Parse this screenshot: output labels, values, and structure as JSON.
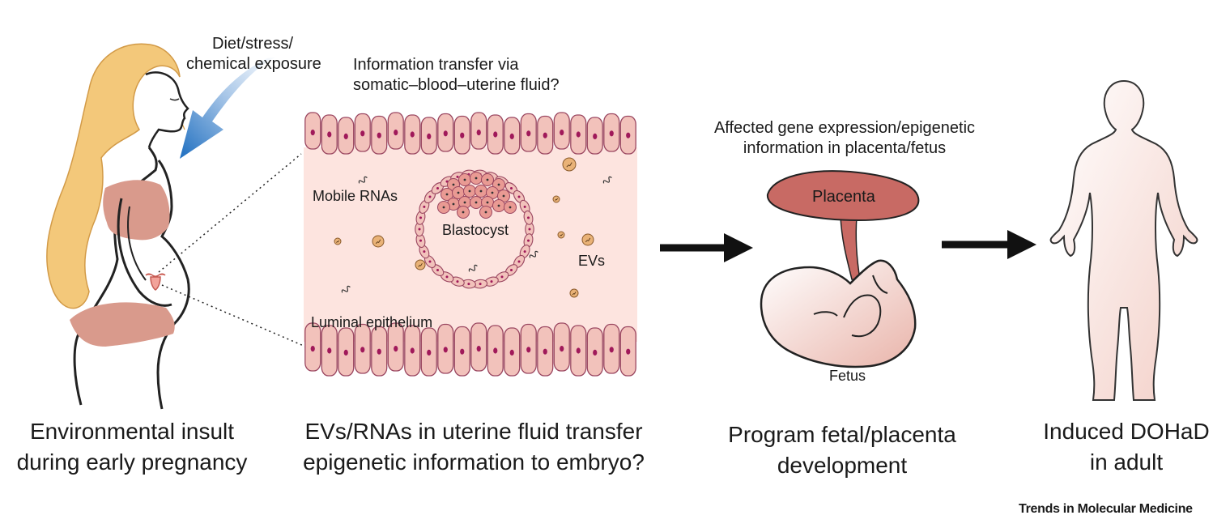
{
  "labels": {
    "exposure": [
      "Diet/stress/",
      "chemical exposure"
    ],
    "transfer": [
      "Information transfer via",
      "somatic–blood–uterine fluid?"
    ],
    "mobile_rnas": "Mobile RNAs",
    "blastocyst": "Blastocyst",
    "evs": "EVs",
    "luminal_epithelium": "Luminal epithelium",
    "affected": [
      "Affected gene expression/epigenetic",
      "information in placenta/fetus"
    ],
    "placenta": "Placenta",
    "fetus": "Fetus"
  },
  "captions": {
    "insult": [
      "Environmental insult",
      "during early pregnancy"
    ],
    "evs_transfer": [
      "EVs/RNAs in uterine fluid transfer",
      "epigenetic information to embryo?"
    ],
    "program": [
      "Program fetal/placenta",
      "development"
    ],
    "dohad": [
      "Induced DOHaD",
      "in adult"
    ]
  },
  "brand": "Trends in Molecular Medicine",
  "colors": {
    "hair": "#f3c87a",
    "skin_fill": "#d99a8c",
    "cell_fill": "#f2c2bb",
    "cell_nucleus": "#a0195a",
    "cell_outline": "#9a4660",
    "uterine_fluid": "#fde4df",
    "arrow_blue": "#1f6fc0",
    "placenta_fill": "#c86a64",
    "ev_fill": "#e9b277",
    "adult_fill": "#f6dcd6"
  }
}
